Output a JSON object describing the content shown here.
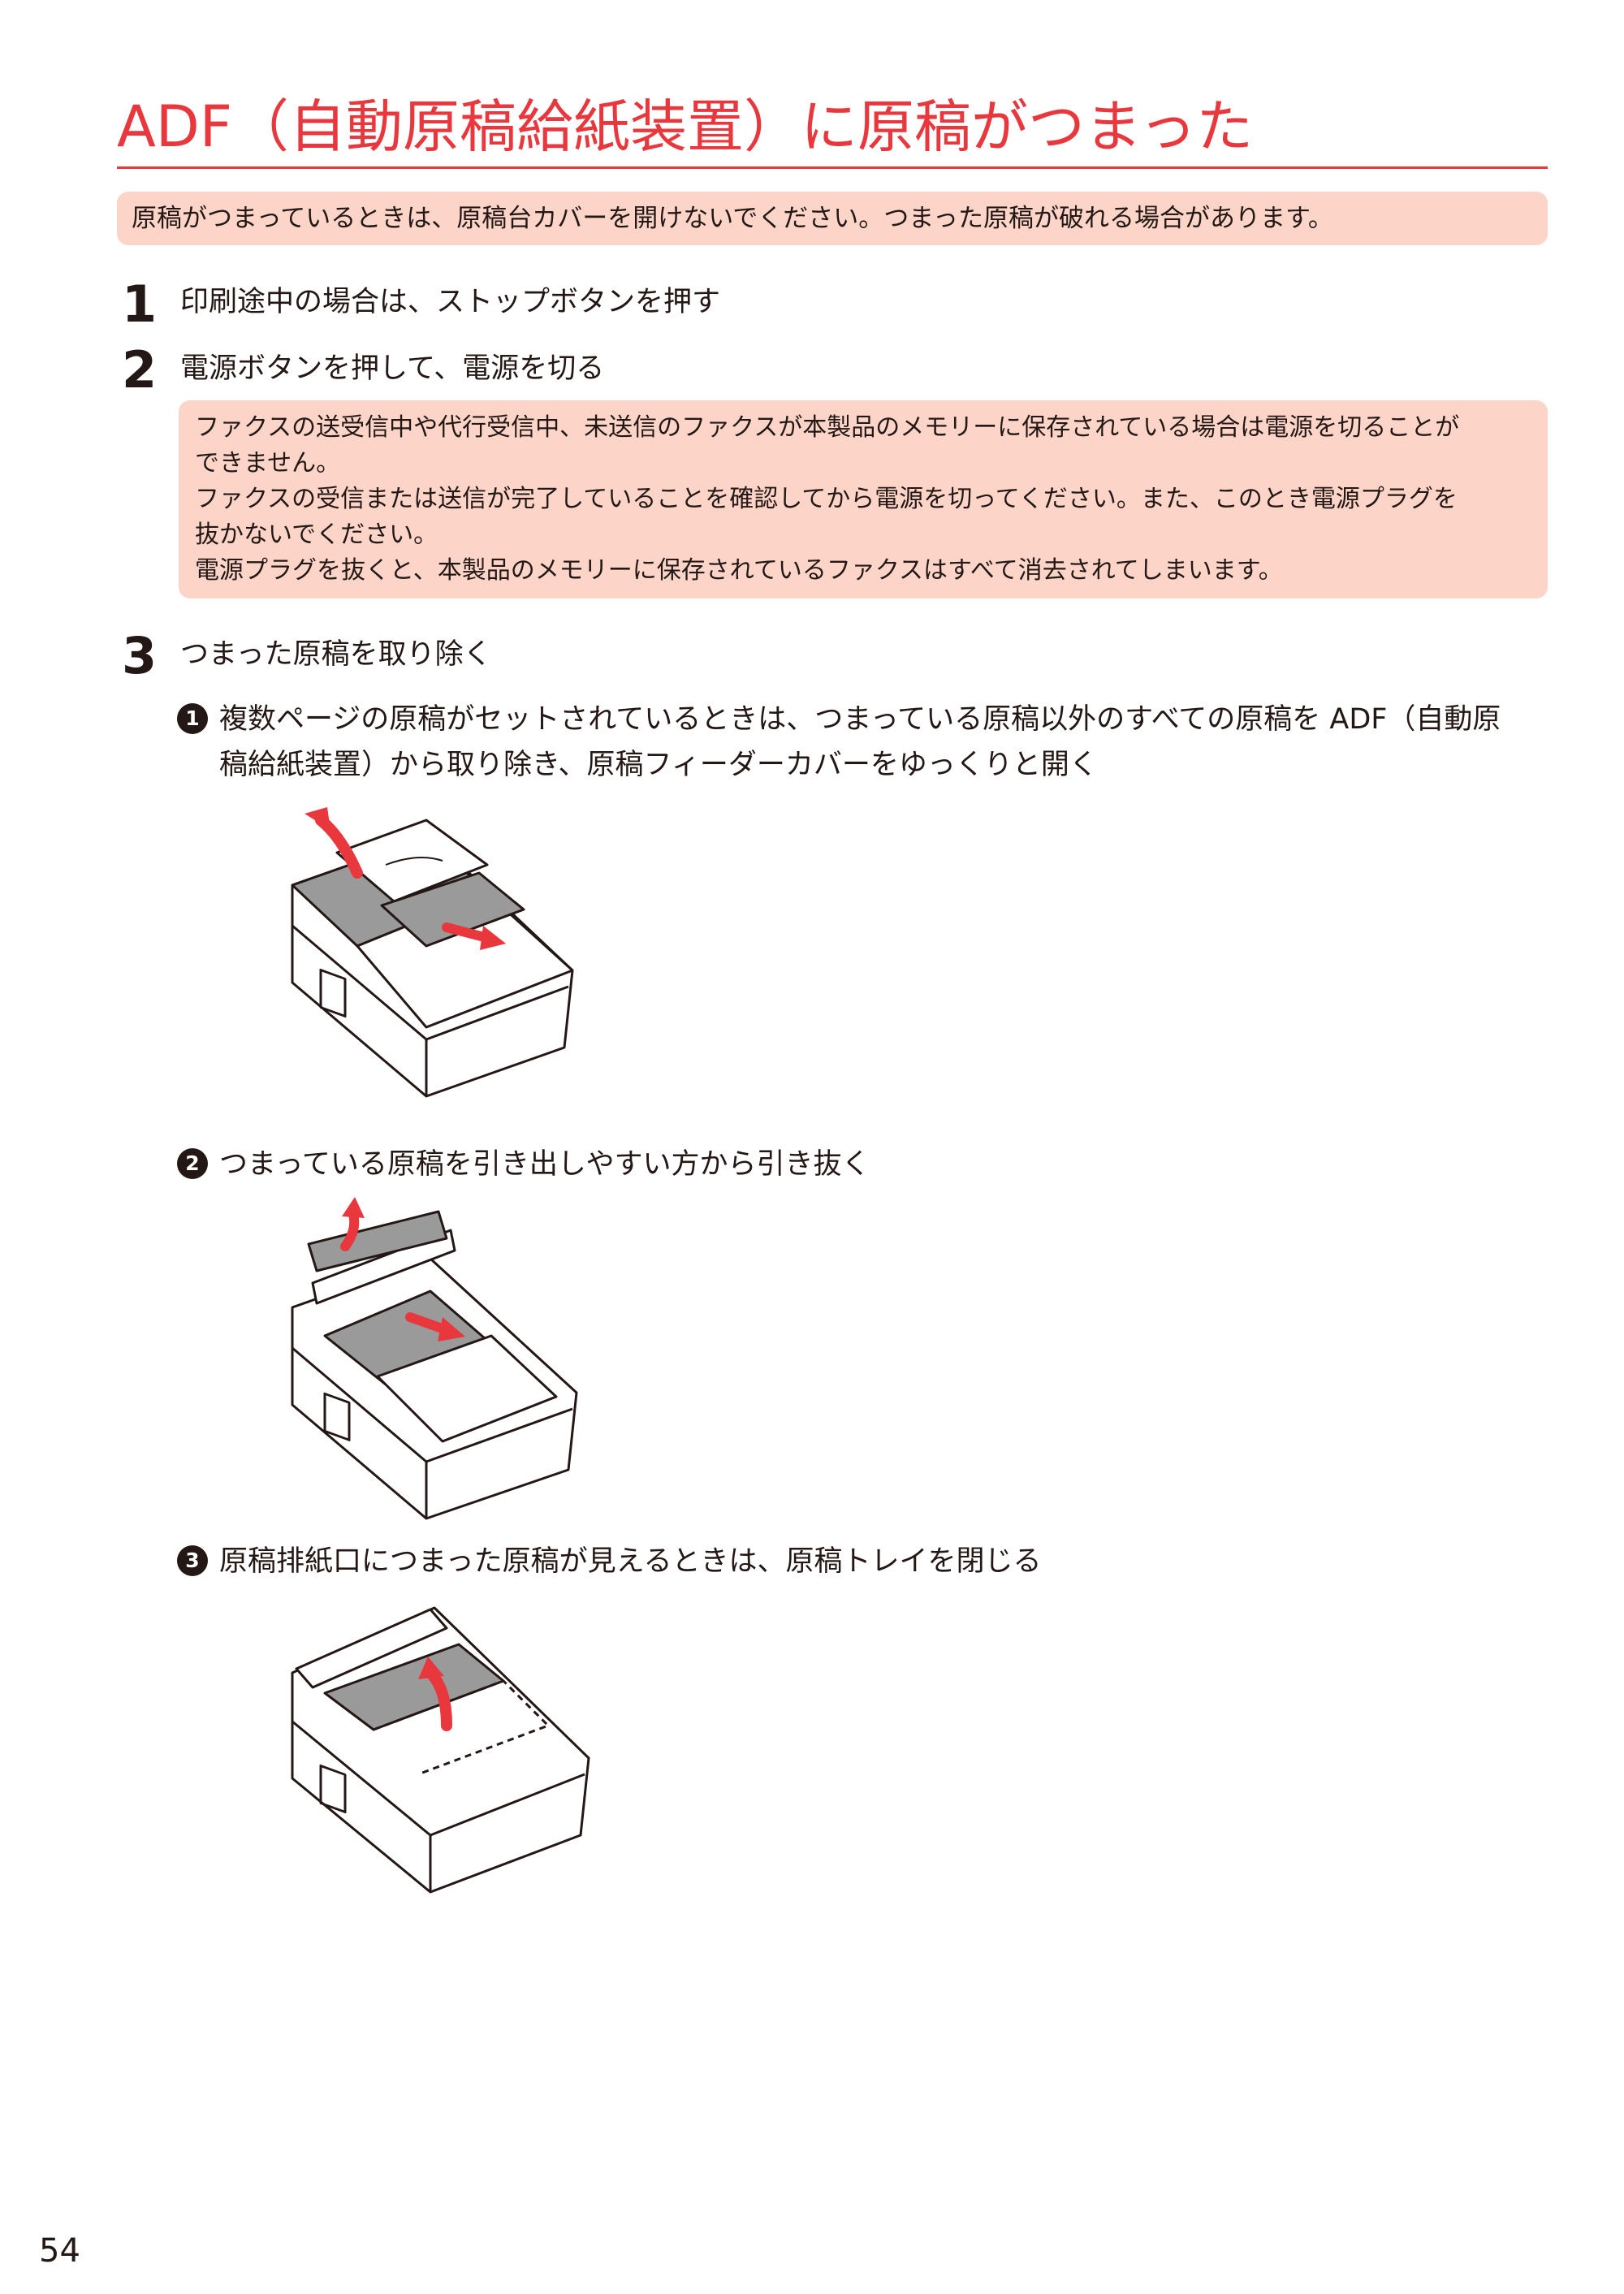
{
  "title": "ADF（自動原稿給紙装置）に原稿がつまった",
  "caution": "原稿がつまっているときは、原稿台カバーを開けないでください。つまった原稿が破れる場合があります。",
  "steps": [
    {
      "number": "1",
      "text": "印刷途中の場合は、ストップボタンを押す"
    },
    {
      "number": "2",
      "text": "電源ボタンを押して、電源を切る"
    },
    {
      "number": "3",
      "text": "つまった原稿を取り除く"
    }
  ],
  "power_note": [
    "ファクスの送受信中や代行受信中、未送信のファクスが本製品のメモリーに保存されている場合は電源を切ることが",
    "できません。",
    "ファクスの受信または送信が完了していることを確認してから電源を切ってください。また、このとき電源プラグを",
    "抜かないでください。",
    "電源プラグを抜くと、本製品のメモリーに保存されているファクスはすべて消去されてしまいます。"
  ],
  "substeps": [
    {
      "marker": "1",
      "lines": [
        "複数ページの原稿がセットされているときは、つまっている原稿以外のすべての原稿を ADF（自動原",
        "稿給紙装置）から取り除き、原稿フィーダーカバーをゆっくりと開く"
      ]
    },
    {
      "marker": "2",
      "lines": [
        "つまっている原稿を引き出しやすい方から引き抜く"
      ]
    },
    {
      "marker": "3",
      "lines": [
        "原稿排紙口につまった原稿が見えるときは、原稿トレイを閉じる"
      ]
    }
  ],
  "colors": {
    "accent": "#e8383d",
    "note_bg": "#fdd5c8",
    "paper_gray": "#9a9a9a",
    "arrow_red": "#e8383d"
  },
  "page_number": "54"
}
